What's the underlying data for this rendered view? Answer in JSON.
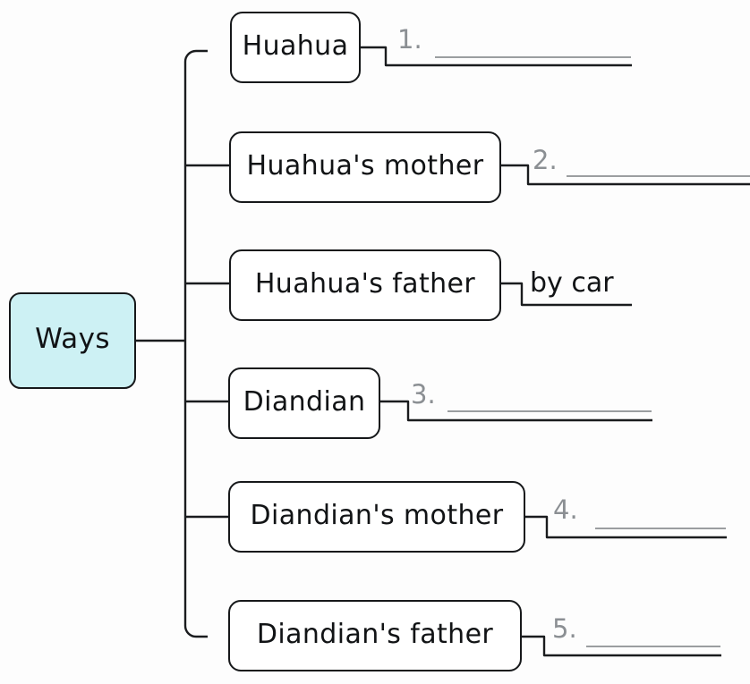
{
  "page": {
    "title": "Ways",
    "background_color": "#fdfdfd",
    "root_fill_color": "#cdf1f4",
    "node_border_color": "#16181a",
    "number_color": "#8b8f93",
    "answer_text_color": "#111315",
    "wire_color": "#1a1c1e"
  },
  "root": {
    "label": "Ways"
  },
  "branches": [
    {
      "label": "Huahua",
      "number": "1.",
      "answer": "",
      "answer_filled": false
    },
    {
      "label": "Huahua's mother",
      "number": "2.",
      "answer": "",
      "answer_filled": false
    },
    {
      "label": "Huahua's father",
      "number": "",
      "answer": "by car",
      "answer_filled": true
    },
    {
      "label": "Diandian",
      "number": "3.",
      "answer": "",
      "answer_filled": false
    },
    {
      "label": "Diandian's mother",
      "number": "4.",
      "answer": "",
      "answer_filled": false
    },
    {
      "label": "Diandian's father",
      "number": "5.",
      "answer": "",
      "answer_filled": false
    }
  ]
}
